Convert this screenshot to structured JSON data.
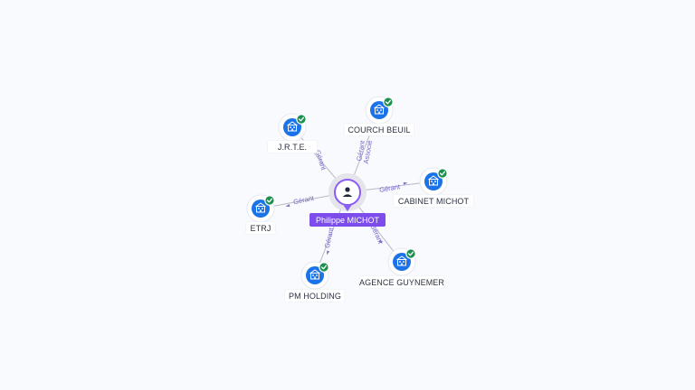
{
  "center": {
    "name": "Philippe MICHOT",
    "icon": "user-icon",
    "color": "#8b5cf6"
  },
  "companies": [
    {
      "id": "jrte",
      "name": "J.R.T.E.",
      "role": "Gérant",
      "verified": true,
      "icon": "building-icon"
    },
    {
      "id": "couch-beuil",
      "name": "COURCH BEUIL",
      "role": "Gérant Associé",
      "role_lines": [
        "Gérant",
        "Associé"
      ],
      "verified": true,
      "icon": "building-icon"
    },
    {
      "id": "cabinet-michot",
      "name": "CABINET MICHOT",
      "role": "Gérant",
      "verified": true,
      "icon": "building-icon"
    },
    {
      "id": "etrj",
      "name": "ETRJ",
      "role": "Gérant",
      "verified": true,
      "icon": "building-icon"
    },
    {
      "id": "pm-holding",
      "name": "PM HOLDING",
      "role": "Gérant",
      "verified": true,
      "icon": "building-icon"
    },
    {
      "id": "agence-guynemer",
      "name": "AGENCE GUYNEMER",
      "role": "Gérant",
      "verified": true,
      "icon": "building-icon"
    }
  ],
  "colors": {
    "company": "#1a73e8",
    "verified": "#1d8f4e",
    "person": "#8b5cf6",
    "link_label": "#6f64c8"
  }
}
